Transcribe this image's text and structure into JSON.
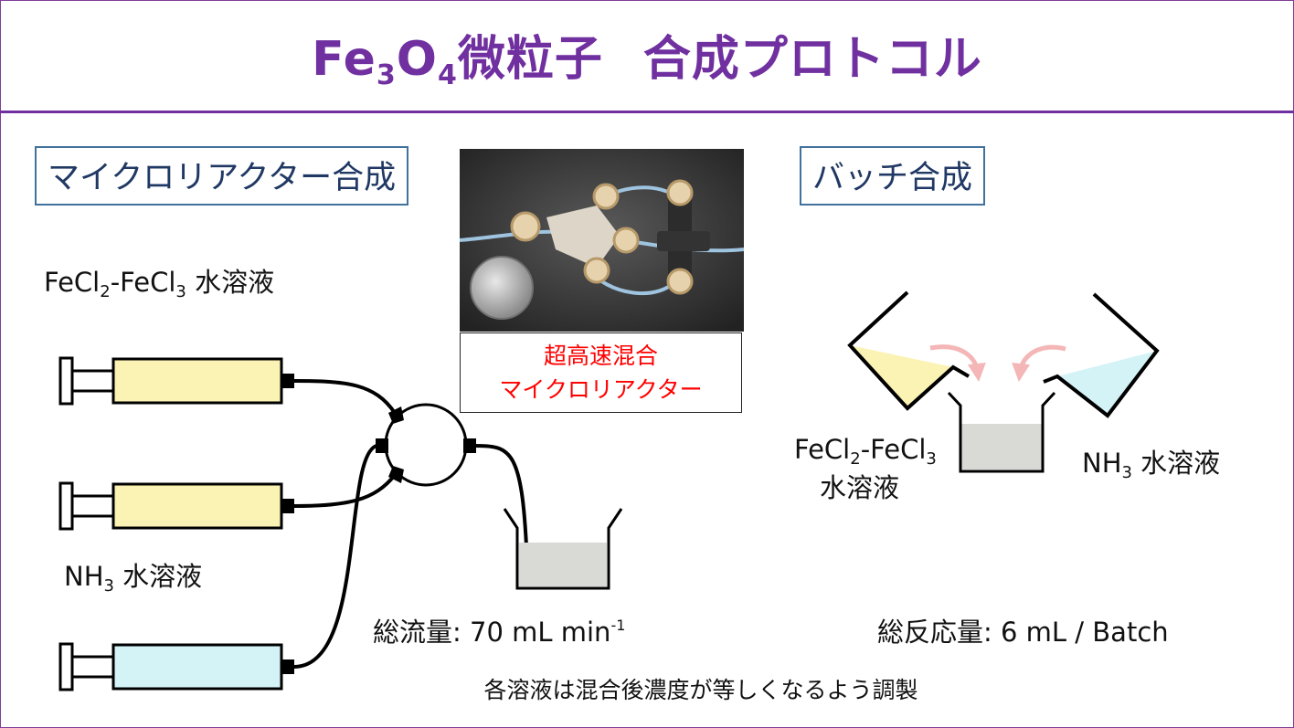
{
  "title": {
    "prefix": "Fe",
    "sub1": "3",
    "mid": "O",
    "sub2": "4",
    "part1": "微粒子",
    "part2": "合成プロトコル"
  },
  "micro": {
    "label": "マイクロリアクター合成",
    "solution1": {
      "a": "FeCl",
      "a_sub": "2",
      "b": "-FeCl",
      "b_sub": "3",
      "c": " 水溶液"
    },
    "solution2": {
      "a": "NH",
      "a_sub": "3",
      "c": " 水溶液"
    },
    "flow": {
      "label": "総流量",
      "value": ": 70 mL min",
      "exp": "-1"
    }
  },
  "photo_caption": {
    "line1": "超高速混合",
    "line2": "マイクロリアクター"
  },
  "batch": {
    "label": "バッチ合成",
    "solution1": {
      "a": "FeCl",
      "a_sub": "2",
      "b": "-FeCl",
      "b_sub": "3",
      "c": "水溶液"
    },
    "solution2": {
      "a": "NH",
      "a_sub": "3",
      "c": " 水溶液"
    },
    "volume": {
      "label": "総反応量",
      "value": ": 6 mL / Batch"
    }
  },
  "note": "各溶液は混合後濃度が等しくなるよう調製",
  "colors": {
    "title": "#7030a0",
    "yellow_fill": "#fbf3b4",
    "cyan_fill": "#d4f3f7",
    "beaker_fill": "#d9d9d6",
    "arrow": "#f4b6b6",
    "caption_text": "#ff0000",
    "box_border": "#41719c"
  }
}
